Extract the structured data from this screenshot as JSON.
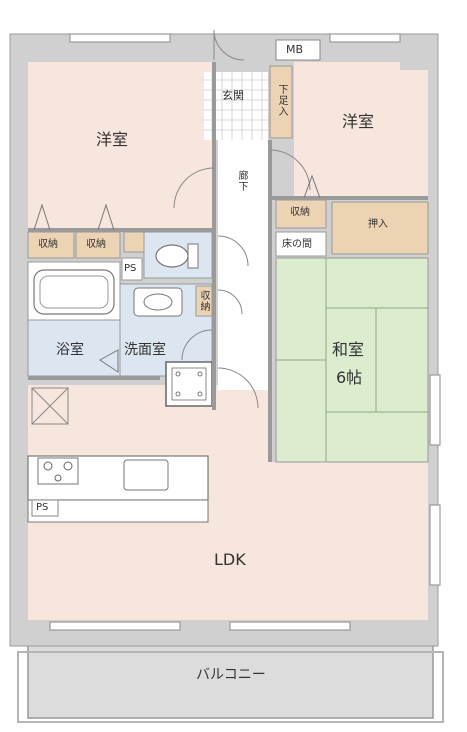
{
  "colors": {
    "wall": "#8a8a8a",
    "wall_fill": "#d9d9d9",
    "room_pink": "#f7e6dd",
    "room_blue": "#dce6f1",
    "room_green": "#dcecce",
    "storage_tan": "#ecd3b3",
    "balcony": "#dcdcdc",
    "line": "#777777"
  },
  "rooms": {
    "western_left": "洋室",
    "western_right": "洋室",
    "entrance": "玄関",
    "shoe_storage": "下足入",
    "corridor": "廊下",
    "storage_1": "収納",
    "storage_2": "収納",
    "storage_3": "収納",
    "storage_4": "収納",
    "oshiire": "押入",
    "tokonoma": "床の間",
    "washitsu": "和室",
    "washitsu_size": "6帖",
    "bathroom": "浴室",
    "washroom": "洗面室",
    "ps_upper": "PS",
    "ps_lower": "PS",
    "ldk": "LDK",
    "balcony": "バルコニー",
    "mb": "MB"
  }
}
